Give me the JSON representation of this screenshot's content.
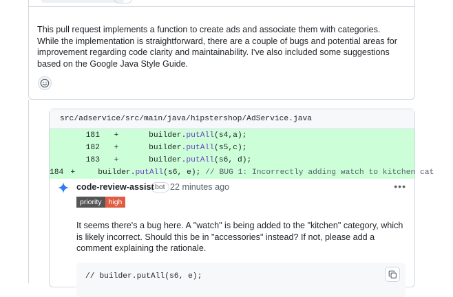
{
  "summary": {
    "text": "This pull request implements a function to create ads and associate them with categories. While the implementation is straightforward, there are a couple of bugs and potential areas for improvement regarding code clarity and maintainability. I've also included some suggestions based on the Google Java Style Guide."
  },
  "review": {
    "file_path": "src/adservice/src/main/java/hipstershop/AdService.java",
    "diff_lines": [
      {
        "num": "181",
        "sign": "+",
        "indent": "    ",
        "obj": "builder.",
        "fn": "putAll",
        "args": "(s4,a);",
        "comment": ""
      },
      {
        "num": "182",
        "sign": "+",
        "indent": "    ",
        "obj": "builder.",
        "fn": "putAll",
        "args": "(s5,c);",
        "comment": ""
      },
      {
        "num": "183",
        "sign": "+",
        "indent": "    ",
        "obj": "builder.",
        "fn": "putAll",
        "args": "(s6, d);",
        "comment": ""
      },
      {
        "num": "184",
        "sign": "+",
        "indent": "    ",
        "obj": "builder.",
        "fn": "putAll",
        "args": "(s6, e); ",
        "comment": "// BUG 1: Incorrectly adding watch to kitchen cat"
      }
    ],
    "comment": {
      "author": "code-review-assist",
      "badge": "bot",
      "time": "22 minutes ago",
      "kebab": "•••",
      "priority_key": "priority",
      "priority_value": "high",
      "body": "It seems there's a bug here. A \"watch\" is being added to the \"kitchen\" category, which is likely incorrect. Should this be in \"accessories\" instead? If not, please add a comment explaining the rationale.",
      "code": "// builder.putAll(s6, e);"
    }
  },
  "colors": {
    "diff_add_bg": "#ccffd8",
    "function": "#6f42c1",
    "priority_high": "#e05d44"
  }
}
